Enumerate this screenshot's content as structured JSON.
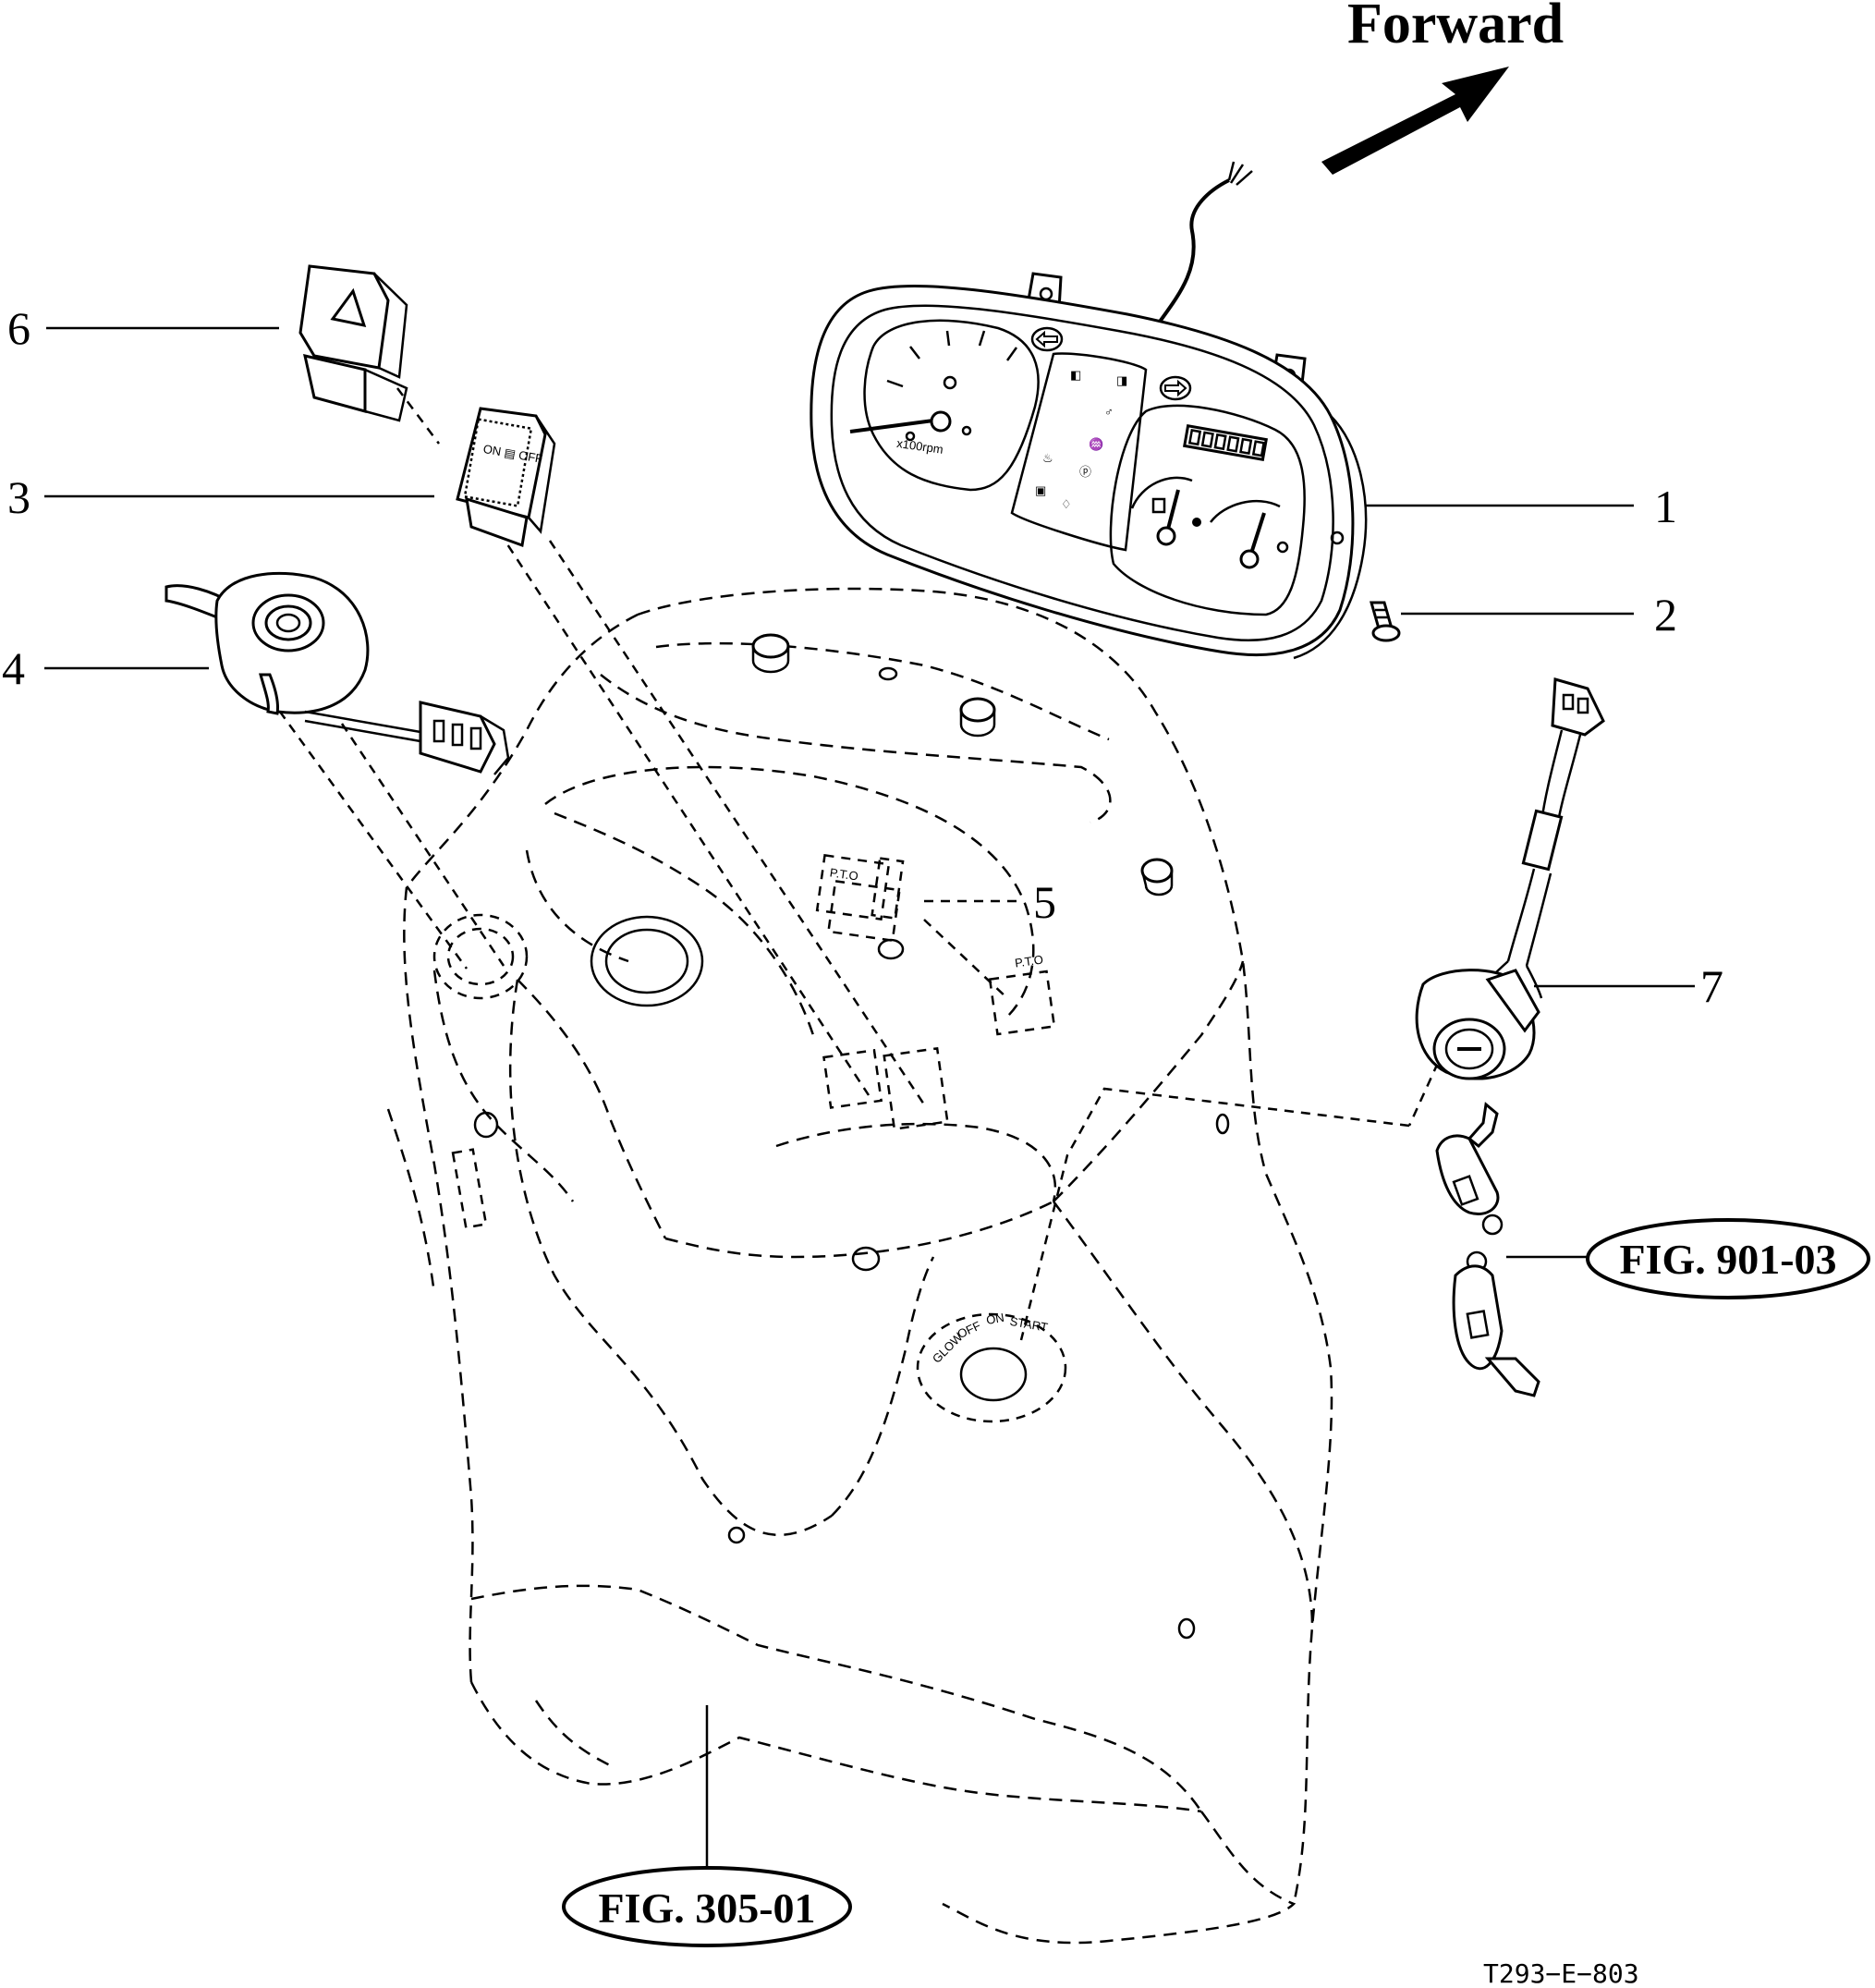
{
  "header": {
    "forward_label": "Forward"
  },
  "callouts": [
    {
      "id": "1",
      "label": "1"
    },
    {
      "id": "2",
      "label": "2"
    },
    {
      "id": "3",
      "label": "3"
    },
    {
      "id": "4",
      "label": "4"
    },
    {
      "id": "5",
      "label": "5"
    },
    {
      "id": "6",
      "label": "6"
    },
    {
      "id": "7",
      "label": "7"
    }
  ],
  "references": {
    "fig_key": "FIG. 901-03",
    "fig_body": "FIG. 305-01"
  },
  "cluster": {
    "rpm_label": "x100rpm"
  },
  "pto_switch": {
    "label": "P.T.O"
  },
  "pto_panel": {
    "label": "P.T.O"
  },
  "ignition_dial": {
    "positions": [
      "GLOW",
      "OFF",
      "ON",
      "START"
    ]
  },
  "footer": {
    "drawing_code": "T293−E−803"
  }
}
